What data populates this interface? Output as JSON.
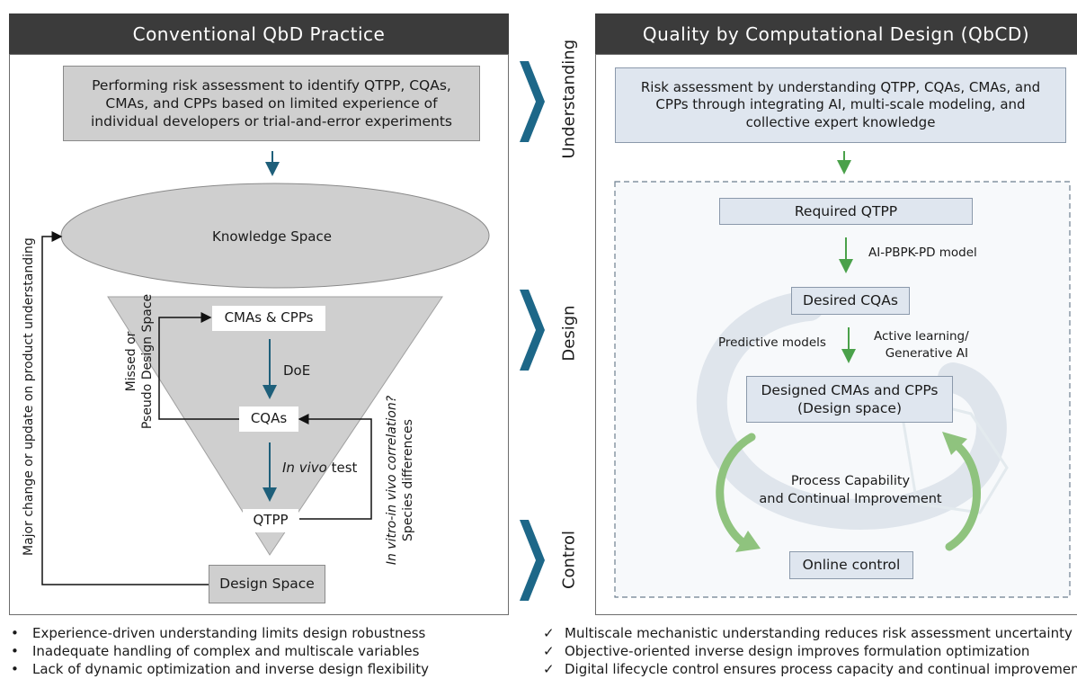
{
  "left": {
    "header": "Conventional QbD Practice",
    "risk_box": "Performing risk assessment to identify QTPP, CQAs, CMAs, and CPPs based on limited experience of individual developers or trial-and-error experiments",
    "knowledge_space": "Knowledge Space",
    "cmas_cpps": "CMAs & CPPs",
    "doe": "DoE",
    "cqas": "CQAs",
    "in_vivo_italic": "In vivo",
    "in_vivo_rest": " test",
    "qtpp": "QTPP",
    "design_space": "Design Space",
    "missed_line1": "Missed or",
    "missed_line2": "Pseudo Design Space",
    "ivivc_line1": "In vitro-in vivo correlation?",
    "ivivc_line2": "Species differences",
    "major_change": "Major change or update on product understanding",
    "bullet_marker": "•",
    "bullets": [
      "Experience-driven understanding limits design robustness",
      "Inadequate handling of complex and multiscale variables",
      "Lack of dynamic optimization and inverse design flexibility"
    ]
  },
  "middle": {
    "understanding": "Understanding",
    "design": "Design",
    "control": "Control"
  },
  "right": {
    "header": "Quality by Computational Design (QbCD)",
    "risk_box": "Risk assessment by understanding QTPP, CQAs, CMAs, and CPPs through integrating AI, multi-scale modeling, and collective expert knowledge",
    "required_qtpp": "Required QTPP",
    "ai_pbpk": "AI-PBPK-PD model",
    "desired_cqas": "Desired CQAs",
    "predictive_models": "Predictive models",
    "active_learning_line1": "Active learning/",
    "active_learning_line2": "Generative AI",
    "designed_line1": "Designed CMAs and CPPs",
    "designed_line2": "(Design space)",
    "process_line1": "Process Capability",
    "process_line2": "and Continual Improvement",
    "online_control": "Online control",
    "check_marker": "✓",
    "bullets": [
      "Multiscale mechanistic understanding reduces risk assessment uncertainty",
      "Objective-oriented inverse design improves formulation optimization",
      "Digital lifecycle control ensures process capacity and continual improvement"
    ]
  },
  "colors": {
    "header_bg": "#3b3b3b",
    "dark_arrow": "#1e5f7a",
    "green_arrow": "#4aa14a",
    "chevron": "#1d6788",
    "grey_fill": "#cfcfcf",
    "blue_fill": "#dfe6ef"
  }
}
